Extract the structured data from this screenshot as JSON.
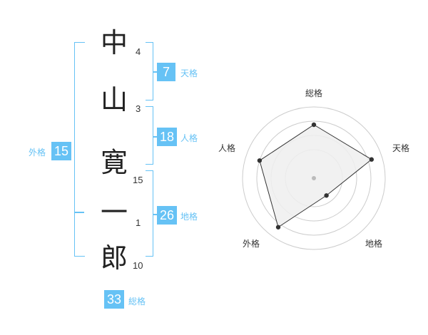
{
  "name": {
    "characters": [
      {
        "char": "中",
        "strokes": "4"
      },
      {
        "char": "山",
        "strokes": "3"
      },
      {
        "char": "寛",
        "strokes": "15"
      },
      {
        "char": "一",
        "strokes": "1"
      },
      {
        "char": "郎",
        "strokes": "10"
      }
    ]
  },
  "fortunes": {
    "tenkaku": {
      "value": "7",
      "label": "天格"
    },
    "jinkaku": {
      "value": "18",
      "label": "人格"
    },
    "chikaku": {
      "value": "26",
      "label": "地格"
    },
    "gaikaku": {
      "value": "15",
      "label": "外格"
    },
    "soukaku": {
      "value": "33",
      "label": "総格"
    }
  },
  "colors": {
    "accent": "#66c2f5",
    "text": "#222222",
    "radar_fill": "#efefef",
    "radar_grid": "#cccccc",
    "radar_line": "#333333"
  },
  "chart_data": {
    "type": "radar",
    "axes": [
      "総格",
      "天格",
      "地格",
      "外格",
      "人格"
    ],
    "values": [
      0.75,
      0.85,
      0.3,
      0.85,
      0.8
    ],
    "range": [
      0,
      1
    ],
    "grid": true
  }
}
